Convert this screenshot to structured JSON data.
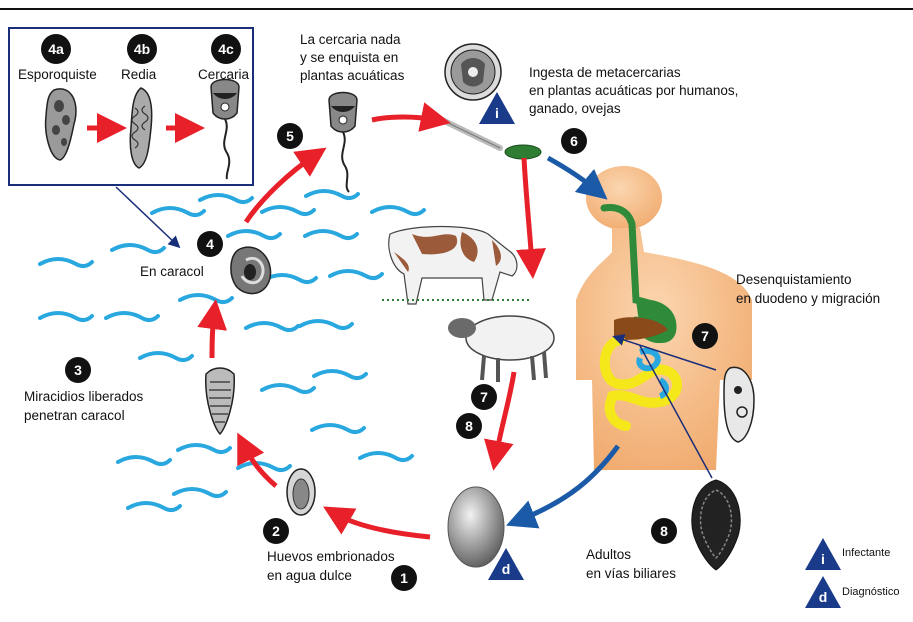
{
  "stages": {
    "s1": {
      "num": "1",
      "text": [
        "Huevos embrionados",
        "en agua dulce"
      ]
    },
    "s2": {
      "num": "2"
    },
    "s3": {
      "num": "3",
      "text": [
        "Miracidios liberados",
        "penetran caracol"
      ]
    },
    "s4": {
      "num": "4",
      "text": [
        "En caracol"
      ]
    },
    "s4a": {
      "num": "4a",
      "text": "Esporoquiste"
    },
    "s4b": {
      "num": "4b",
      "text": "Redia"
    },
    "s4c": {
      "num": "4c",
      "text": "Cercaria"
    },
    "s5": {
      "num": "5",
      "text": [
        "La cercaria nada",
        "y se enquista en",
        "plantas acuáticas"
      ]
    },
    "s6": {
      "num": "6",
      "text": [
        "Ingesta de metacercarias",
        "en plantas acuáticas por humanos,",
        "ganado, ovejas"
      ]
    },
    "s7": {
      "num": "7",
      "text": [
        "Desenquistamiento",
        "en duodeno y migración"
      ]
    },
    "s7b": {
      "num": "7"
    },
    "s8": {
      "num": "8",
      "text": [
        "Adultos",
        "en vías biliares"
      ]
    },
    "s8b": {
      "num": "8"
    }
  },
  "legend": {
    "infective": {
      "symbol": "i",
      "label": "Infectante"
    },
    "diagnostic": {
      "symbol": "d",
      "label": "Diagnóstico"
    }
  },
  "markers": {
    "egg_symbol": "d",
    "metacercaria_symbol": "i"
  },
  "colors": {
    "water": "#29a8e0",
    "arrow_red": "#e8202a",
    "arrow_blue": "#1a5aa6",
    "badge": "#111111",
    "skin": "#f6c08e",
    "gut_green": "#2f8a3a",
    "intestine_yellow": "#f5e81a",
    "liver_brown": "#8a4a1a",
    "navy": "#1a2f7a"
  }
}
